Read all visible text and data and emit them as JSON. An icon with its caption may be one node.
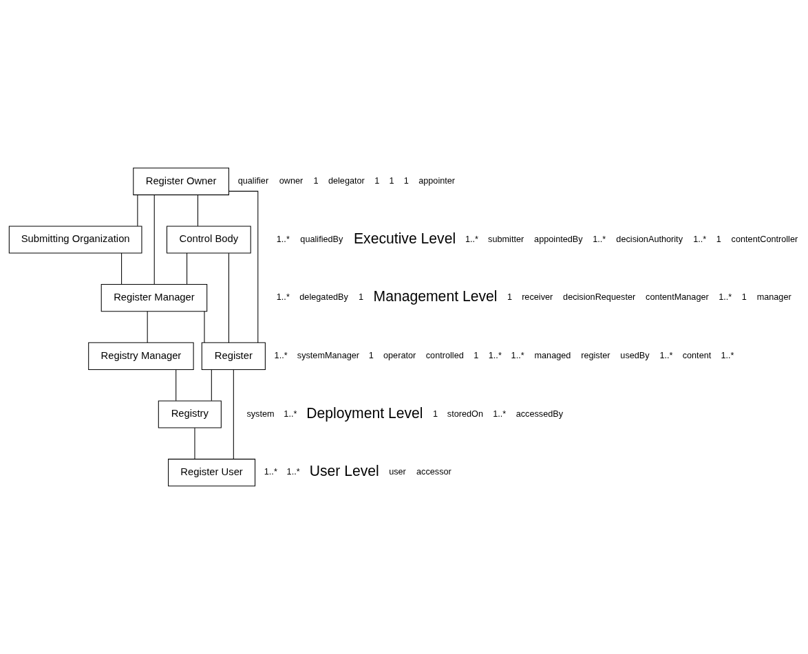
{
  "diagram": {
    "nodes": [
      {
        "text": [
          "Register Owner"
        ]
      },
      {
        "text": [
          "Submitting Organization"
        ]
      },
      {
        "text": [
          "Control Body"
        ]
      },
      {
        "text": [
          "Register Manager"
        ]
      },
      {
        "text": [
          "Registry Manager"
        ]
      },
      {
        "text": [
          "Register"
        ]
      },
      {
        "text": [
          "Registry"
        ]
      },
      {
        "text": [
          "Register User"
        ]
      }
    ],
    "edges": [
      {
        "from": 0,
        "to": 1,
        "arrow": "none"
      },
      {
        "from": 0,
        "to": 3,
        "arrow": "none"
      },
      {
        "from": 0,
        "to": 2,
        "arrow": "none"
      },
      {
        "from": 0,
        "to": 5,
        "arrow": "none"
      },
      {
        "from": 1,
        "to": 3,
        "arrow": "none"
      },
      {
        "from": 2,
        "to": 3,
        "arrow": "none"
      },
      {
        "from": 2,
        "to": 5,
        "arrow": "none"
      },
      {
        "from": 3,
        "to": 4,
        "arrow": "none"
      },
      {
        "from": 3,
        "to": 5,
        "arrow": "none"
      },
      {
        "from": 4,
        "to": 6,
        "arrow": "none"
      },
      {
        "from": 5,
        "to": 6,
        "arrow": "none"
      },
      {
        "from": 5,
        "to": 7,
        "arrow": "none"
      },
      {
        "from": 6,
        "to": 7,
        "arrow": "none"
      }
    ],
    "labels": [
      "qualifier",
      "1..*",
      "owner",
      "1",
      "qualifiedBy",
      "Executive Level",
      "delegator",
      "1",
      "1",
      "1..*",
      "submitter",
      "1",
      "appointer",
      "appointedBy",
      "1..*",
      "1..*",
      "delegatedBy",
      "1",
      "Management Level",
      "decisionAuthority",
      "1",
      "receiver",
      "1..*",
      "decisionRequester",
      "contentManager",
      "1..*",
      "1",
      "contentController",
      "1",
      "manager",
      "1..*",
      "systemManager",
      "1",
      "operator",
      "controlled",
      "1",
      "system",
      "1..*",
      "Deployment Level",
      "1..*",
      "1..*",
      "managed",
      "register",
      "usedBy",
      "1..*",
      "content",
      "1..*",
      "1",
      "storedOn",
      "1..*",
      "accessedBy",
      "1..*",
      "1..*",
      "User Level",
      "user",
      "accessor"
    ]
  }
}
